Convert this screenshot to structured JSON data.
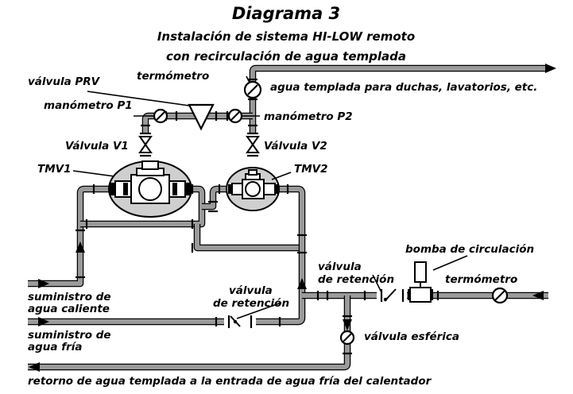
{
  "diagram": {
    "title": "Diagrama 3",
    "subtitle_line1": "Instalación de sistema HI-LOW remoto",
    "subtitle_line2": "con recirculación de agua templada",
    "labels": {
      "valvula_prv": "válvula PRV",
      "termometro_top": "termómetro",
      "agua_templada": "agua templada para duchas, lavatorios, etc.",
      "manometro_p1": "manómetro P1",
      "manometro_p2": "manómetro P2",
      "valvula_v1": "Válvula V1",
      "valvula_v2": "Válvula V2",
      "tmv1": "TMV1",
      "tmv2": "TMV2",
      "bomba": "bomba de circulación",
      "valvula_ret_right_1": "válvula",
      "valvula_ret_right_2": "de retención",
      "termometro_right": "termómetro",
      "valvula_ret_mid_1": "válvula",
      "valvula_ret_mid_2": "de retención",
      "caliente_1": "suministro de",
      "caliente_2": "agua caliente",
      "fria_1": "suministro de",
      "fria_2": "agua fría",
      "esferica": "válvula esférica",
      "retorno": "retorno de agua templada a la entrada de agua fría del calentador"
    },
    "colors": {
      "pipe_fill": "#9a9a9a",
      "pipe_outline": "#000000",
      "vessel": "#cfcfcf"
    }
  }
}
